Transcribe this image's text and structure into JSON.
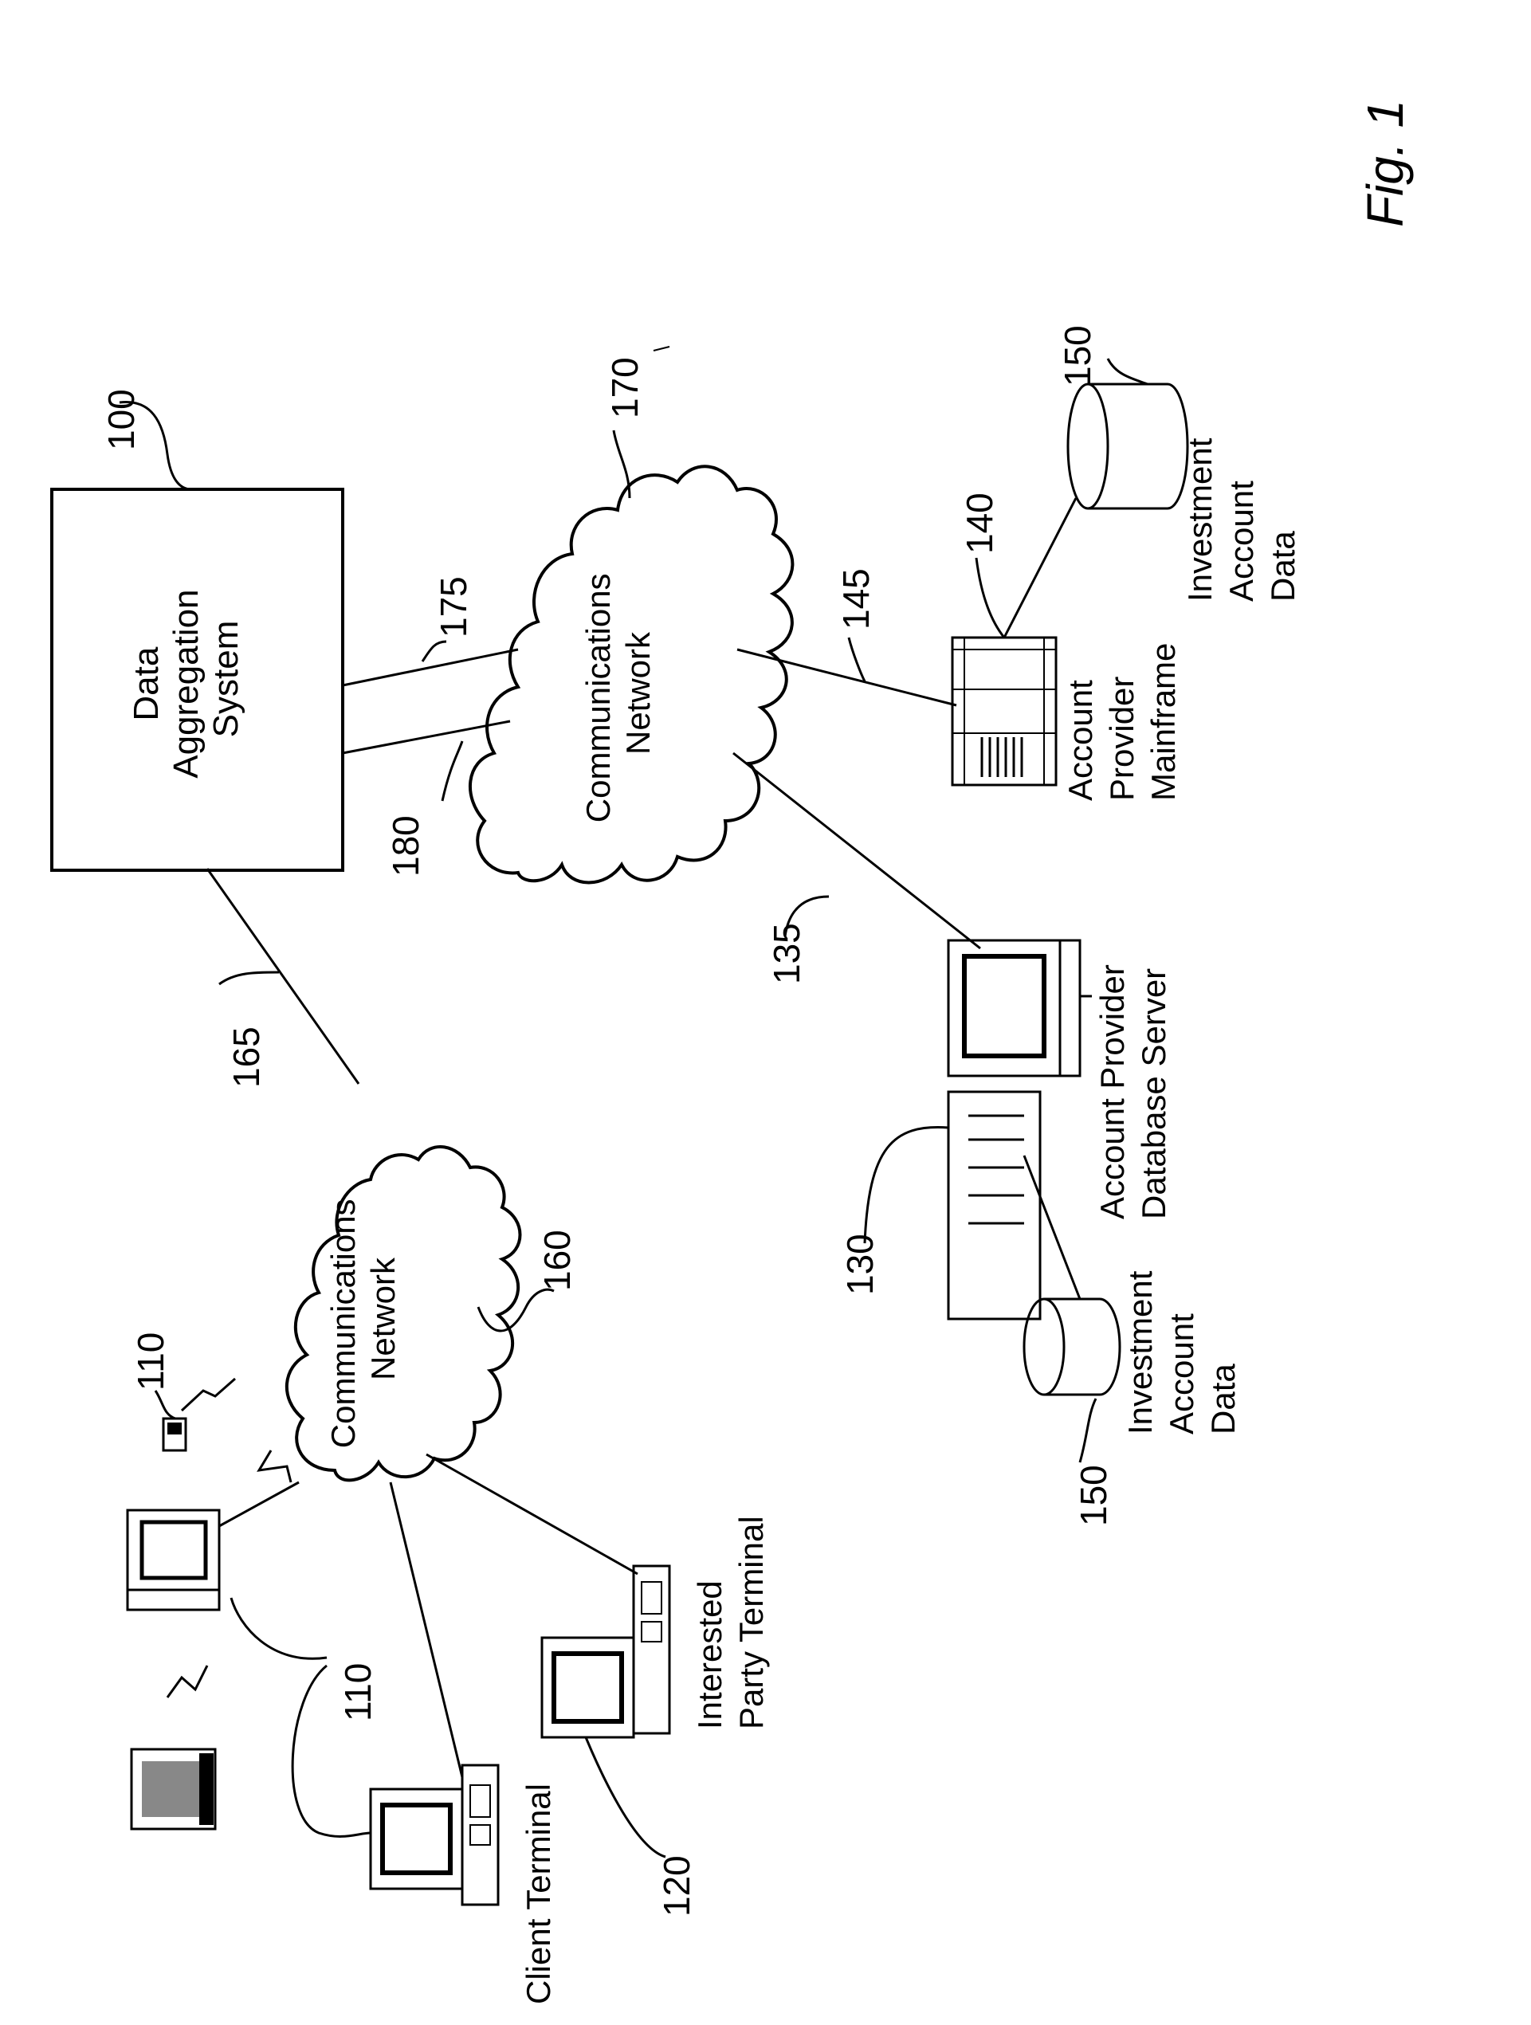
{
  "figure_label": "Fig. 1",
  "data_aggregation_system": {
    "lines": [
      "Data",
      "Aggregation",
      "System"
    ],
    "ref": "100"
  },
  "network_top": {
    "lines": [
      "Communications",
      "Network"
    ],
    "ref": "170"
  },
  "network_left": {
    "lines": [
      "Communications",
      "Network"
    ],
    "ref": "160"
  },
  "links": {
    "l175": "175",
    "l180": "180",
    "l165": "165",
    "l145": "145",
    "l135": "135"
  },
  "mainframe": {
    "lines": [
      "Account",
      "Provider",
      "Mainframe"
    ],
    "ref": "140"
  },
  "db_server": {
    "lines": [
      "Account Provider",
      "Database Server"
    ],
    "ref": "130"
  },
  "investment_top": {
    "lines": [
      "Investment",
      "Account",
      "Data"
    ],
    "ref": "150"
  },
  "investment_bottom": {
    "lines": [
      "Investment",
      "Account",
      "Data"
    ],
    "ref": "150"
  },
  "client_terminal": {
    "label": "Client Terminal",
    "ref": "110"
  },
  "interested_party": {
    "lines": [
      "Interested",
      "Party Terminal"
    ],
    "ref": "120"
  },
  "laptop_ref": "110",
  "pda_ref": "110"
}
